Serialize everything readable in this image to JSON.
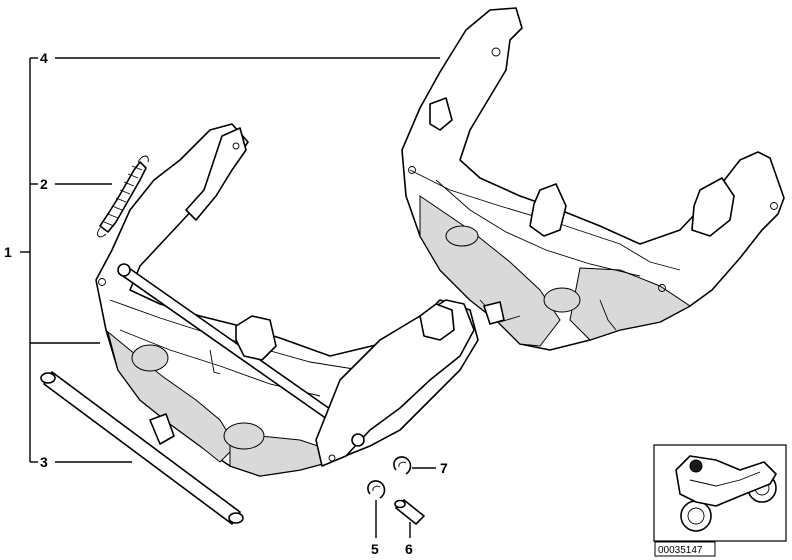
{
  "callouts": {
    "c1": "1",
    "c2": "2",
    "c3": "3",
    "c4": "4",
    "c5": "5",
    "c6": "6",
    "c7": "7"
  },
  "catalog_number": "00035147",
  "colors": {
    "line": "#000000",
    "shade": "#d9d9d9",
    "background": "#ffffff"
  }
}
